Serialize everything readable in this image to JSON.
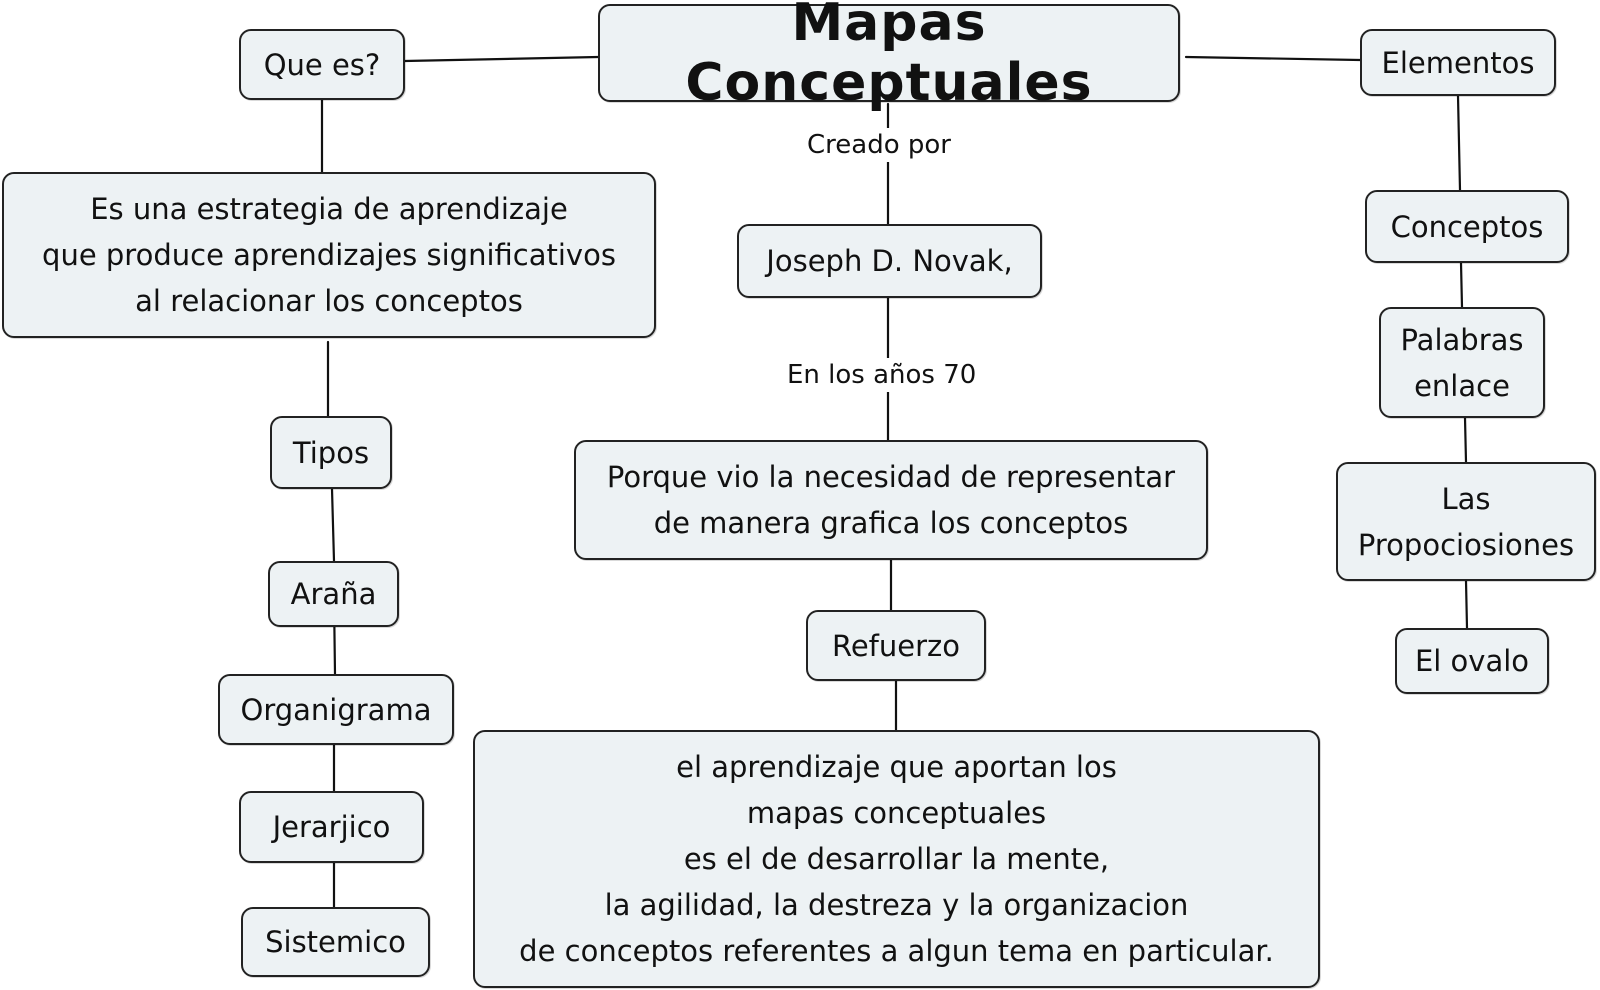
{
  "map": {
    "title": "Mapas Conceptuales",
    "left": {
      "question": "Que es?",
      "definition": "Es una estrategia de aprendizaje\nque produce aprendizajes significativos\nal relacionar los conceptos",
      "types_label": "Tipos",
      "types": [
        "Araña",
        "Organigrama",
        "Jerarjico",
        "Sistemico"
      ]
    },
    "center": {
      "created_by_label": "Creado por",
      "author": "Joseph D. Novak,",
      "years_label": "En los años 70",
      "reason": "Porque vio la necesidad de representar\nde manera grafica los conceptos",
      "reinforcement": "Refuerzo",
      "benefit": "el aprendizaje que aportan los\nmapas conceptuales\nes el de desarrollar la mente,\nla agilidad, la destreza y la organizacion\nde conceptos referentes a algun tema en particular."
    },
    "right": {
      "elements_label": "Elementos",
      "elements": [
        "Conceptos",
        "Palabras\nenlace",
        "Las\nPropociosiones",
        "El ovalo"
      ]
    }
  }
}
